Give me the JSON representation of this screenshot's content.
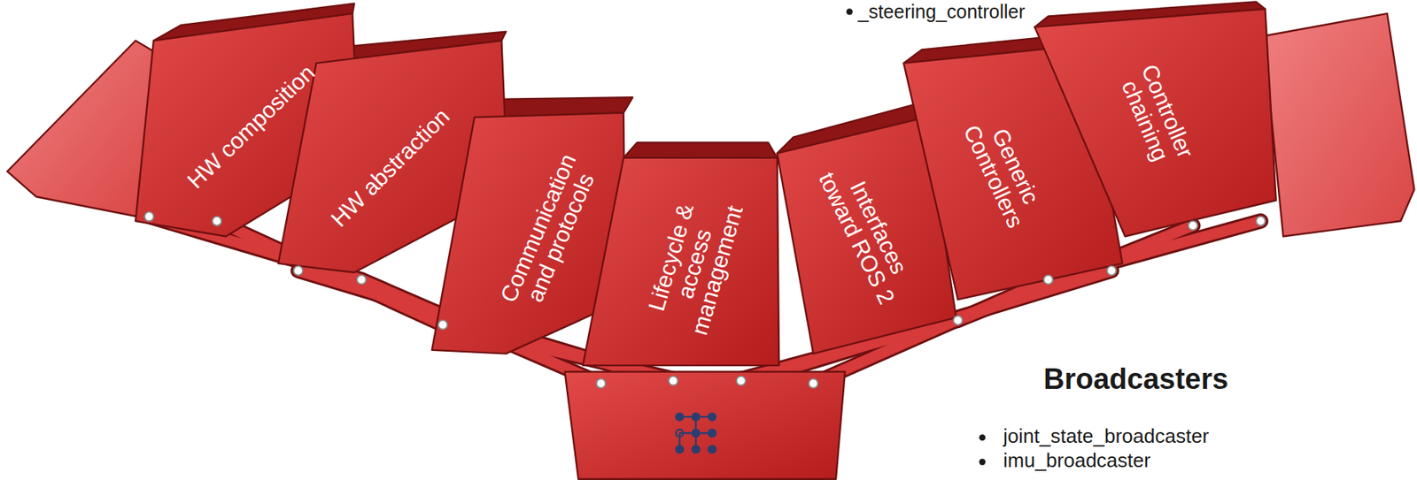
{
  "diagram": {
    "nodes": [
      {
        "text": [
          "HW composition"
        ]
      },
      {
        "text": [
          "HW abstraction"
        ]
      },
      {
        "text": [
          "Communication and protocols"
        ]
      },
      {
        "text": [
          "Lifecycle & access management"
        ]
      },
      {
        "text": [
          "Interfaces toward ROS 2"
        ]
      },
      {
        "text": [
          "Generic Controllers"
        ]
      },
      {
        "text": [
          "Controller chaining"
        ]
      }
    ],
    "labels": [
      "_steering_controller",
      "Broadcasters",
      "joint_state_broadcaster",
      "imu_broadcaster"
    ]
  }
}
